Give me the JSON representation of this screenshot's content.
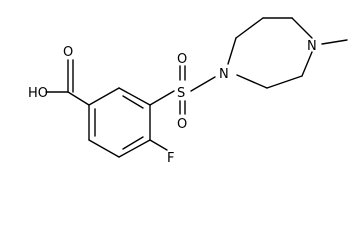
{
  "molecule": {
    "atoms": {
      "hydroxyl": "HO",
      "carbonyl_oxygen": "O",
      "fluorine": "F",
      "sulfur": "S",
      "sulfonyl_oxygen_top": "O",
      "sulfonyl_oxygen_bottom": "O",
      "ring_nitrogen_sulfonyl": "N",
      "ring_nitrogen_methyl": "N"
    }
  }
}
